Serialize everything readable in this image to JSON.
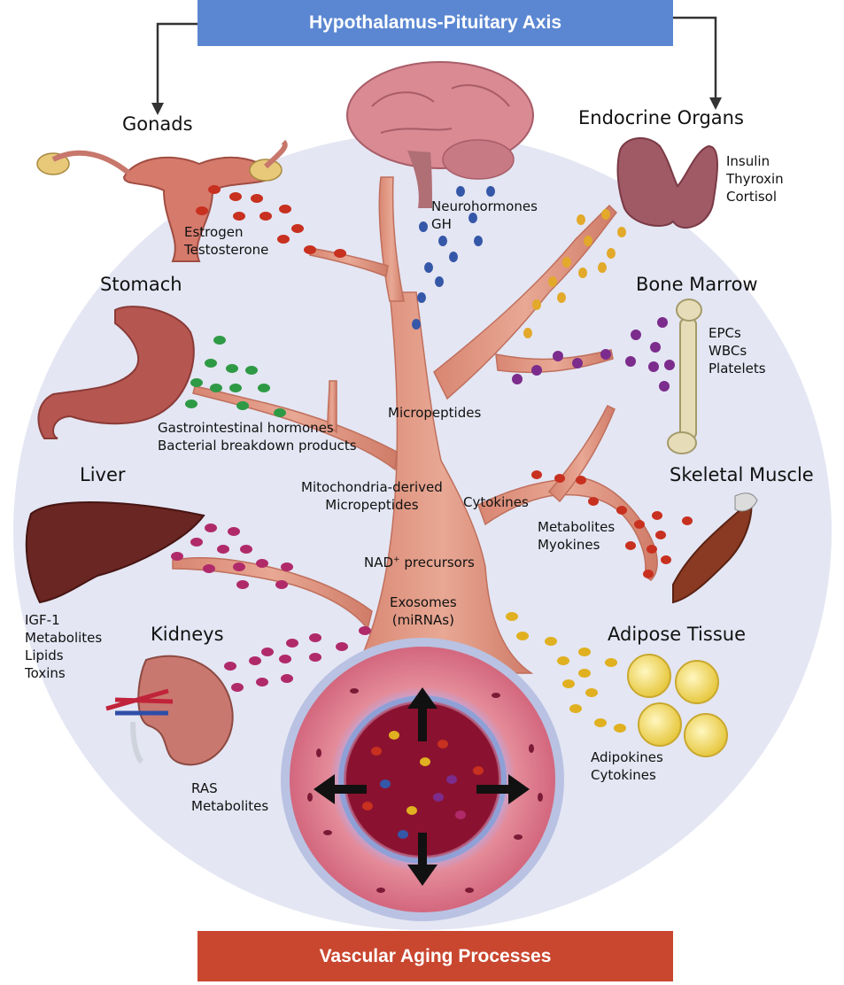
{
  "header": {
    "title": "Hypothalamus-Pituitary Axis"
  },
  "footer": {
    "title": "Vascular Aging Processes"
  },
  "organs": {
    "gonads": {
      "title": "Gonads",
      "factors": [
        "Estrogen",
        "Testosterone"
      ]
    },
    "endocrine": {
      "title": "Endocrine Organs",
      "factors": [
        "Insulin",
        "Thyroxin",
        "Cortisol"
      ]
    },
    "brain": {
      "factors": [
        "Neurohormones",
        "GH"
      ]
    },
    "stomach": {
      "title": "Stomach",
      "factors": [
        "Gastrointestinal hormones",
        "Bacterial breakdown products"
      ]
    },
    "bone_marrow": {
      "title": "Bone Marrow",
      "factors": [
        "EPCs",
        "WBCs",
        "Platelets"
      ]
    },
    "skeletal_muscle": {
      "title": "Skeletal Muscle",
      "factors": [
        "Metabolites",
        "Myokines"
      ]
    },
    "liver": {
      "title": "Liver",
      "factors": [
        "IGF-1",
        "Metabolites",
        "Lipids",
        "Toxins"
      ]
    },
    "kidneys": {
      "title": "Kidneys",
      "factors": [
        "RAS",
        "Metabolites"
      ]
    },
    "adipose": {
      "title": "Adipose Tissue",
      "factors": [
        "Adipokines",
        "Cytokines"
      ]
    }
  },
  "tree_labels": {
    "micropeptides": "Micropeptides",
    "mito_line1": "Mitochondria-derived",
    "mito_line2": "Micropeptides",
    "cytokines": "Cytokines",
    "nad_prefix": "NAD",
    "nad_sup": "+",
    "nad_suffix": " precursors",
    "exosomes_line1": "Exosomes",
    "exosomes_line2": "(miRNAs)"
  },
  "colors": {
    "header_bg": "#5b87d2",
    "footer_bg": "#c9462f",
    "circle_bg": "#e4e6f3",
    "tree": "#d99580",
    "red_dots": "#c8301f",
    "blue_dots": "#3557a8",
    "orange_dots": "#e2a92a",
    "purple_dots": "#7b2c8c",
    "green_dots": "#2f9a45",
    "magenta_dots": "#b02a6a",
    "yellow_dots": "#e0b020"
  }
}
